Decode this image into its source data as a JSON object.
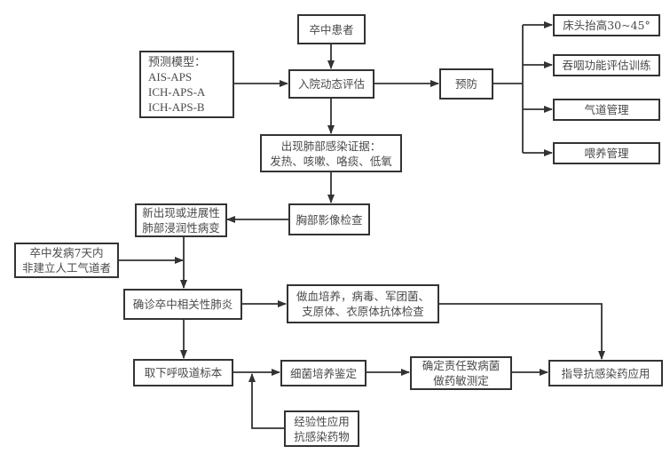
{
  "diagram": {
    "nodes": {
      "stroke_patient": {
        "lines": [
          "卒中患者"
        ]
      },
      "prediction_models": {
        "lines": [
          "预测模型：",
          "AIS-APS",
          "ICH-APS-A",
          "ICH-APS-B"
        ]
      },
      "admission_assessment": {
        "lines": [
          "入院动态评估"
        ]
      },
      "prevention": {
        "lines": [
          "预防"
        ]
      },
      "head_elevation": {
        "lines": [
          "床头抬高30~45°"
        ]
      },
      "swallow_training": {
        "lines": [
          "吞咽功能评估训练"
        ]
      },
      "airway_management": {
        "lines": [
          "气道管理"
        ]
      },
      "feeding_management": {
        "lines": [
          "喂养管理"
        ]
      },
      "infection_evidence": {
        "lines": [
          "出现肺部感染证据：",
          "发热、咳嗽、咯痰、低氧"
        ]
      },
      "chest_imaging": {
        "lines": [
          "胸部影像检查"
        ]
      },
      "new_infiltrates": {
        "lines": [
          "新出现或进展性",
          "肺部浸润性病变"
        ]
      },
      "within_7_days": {
        "lines": [
          "卒中发病7天内",
          "非建立人工气道者"
        ]
      },
      "diagnosis_sap": {
        "lines": [
          "确诊卒中相关性肺炎"
        ]
      },
      "blood_culture": {
        "lines": [
          "做血培养，病毒、军团菌、",
          "支原体、衣原体抗体检查"
        ]
      },
      "sputum_sample": {
        "lines": [
          "取下呼吸道标本"
        ]
      },
      "bacterial_culture": {
        "lines": [
          "细菌培养鉴定"
        ]
      },
      "empirical_antibiotics": {
        "lines": [
          "经验性应用",
          "抗感染药物"
        ]
      },
      "pathogen_susceptibility": {
        "lines": [
          "确定责任致病菌",
          "做药敏测定"
        ]
      },
      "guided_antibiotics": {
        "lines": [
          "指导抗感染药应用"
        ]
      }
    },
    "edges": [
      {
        "from": "stroke_patient",
        "to": "admission_assessment"
      },
      {
        "from": "prediction_models",
        "to": "admission_assessment"
      },
      {
        "from": "admission_assessment",
        "to": "prevention"
      },
      {
        "from": "prevention",
        "to": "head_elevation"
      },
      {
        "from": "prevention",
        "to": "swallow_training"
      },
      {
        "from": "prevention",
        "to": "airway_management"
      },
      {
        "from": "prevention",
        "to": "feeding_management"
      },
      {
        "from": "admission_assessment",
        "to": "infection_evidence"
      },
      {
        "from": "infection_evidence",
        "to": "chest_imaging"
      },
      {
        "from": "chest_imaging",
        "to": "new_infiltrates"
      },
      {
        "from": "new_infiltrates",
        "to": "diagnosis_sap"
      },
      {
        "from": "within_7_days",
        "to": "diagnosis_sap"
      },
      {
        "from": "diagnosis_sap",
        "to": "blood_culture"
      },
      {
        "from": "blood_culture",
        "to": "guided_antibiotics"
      },
      {
        "from": "diagnosis_sap",
        "to": "sputum_sample"
      },
      {
        "from": "sputum_sample",
        "to": "bacterial_culture"
      },
      {
        "from": "empirical_antibiotics",
        "to": "bacterial_culture"
      },
      {
        "from": "bacterial_culture",
        "to": "pathogen_susceptibility"
      },
      {
        "from": "pathogen_susceptibility",
        "to": "guided_antibiotics"
      }
    ]
  }
}
